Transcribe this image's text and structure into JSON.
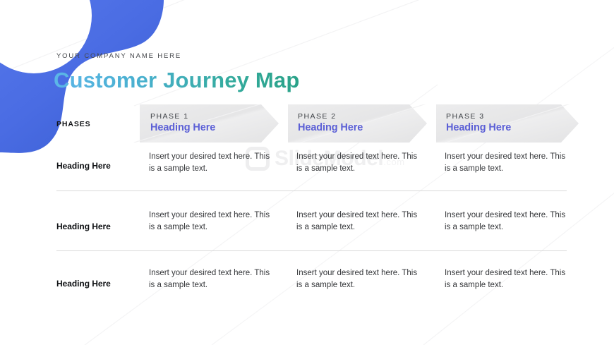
{
  "slide": {
    "company_name": "YOUR COMPANY NAME HERE",
    "title": "Customer Journey Map",
    "phases_label": "PHASES"
  },
  "watermark": {
    "brand": "SlideModel",
    "suffix": ".com",
    "logo_icon": "rounded-square-logo-icon"
  },
  "colors": {
    "title_gradient_start": "#5cb6e8",
    "title_gradient_end": "#2aa288",
    "phase_heading": "#5c60d6",
    "chevron_fill": "#ebebec",
    "corner_blue_light": "#4f73e6",
    "corner_blue_dark": "#3a5ed2",
    "divider": "#d9d9d9",
    "watermark": "#efeff0"
  },
  "phases": [
    {
      "kicker": "PHASE 1",
      "heading": "Heading Here"
    },
    {
      "kicker": "PHASE 2",
      "heading": "Heading Here"
    },
    {
      "kicker": "PHASE 3",
      "heading": "Heading Here"
    }
  ],
  "rows": [
    {
      "heading": "Heading Here",
      "cells": [
        "Insert your desired text here. This is a sample text.",
        "Insert your desired text here. This is a sample text.",
        "Insert your desired text here. This is a sample text."
      ]
    },
    {
      "heading": "Heading Here",
      "cells": [
        "Insert your desired text here. This is a sample text.",
        "Insert your desired text here. This is a sample text.",
        "Insert your desired text here. This is a sample text."
      ]
    },
    {
      "heading": "Heading Here",
      "cells": [
        "Insert your desired text here. This is a sample text.",
        "Insert your desired text here. This is a sample text.",
        "Insert your desired text here. This is a sample text."
      ]
    }
  ]
}
